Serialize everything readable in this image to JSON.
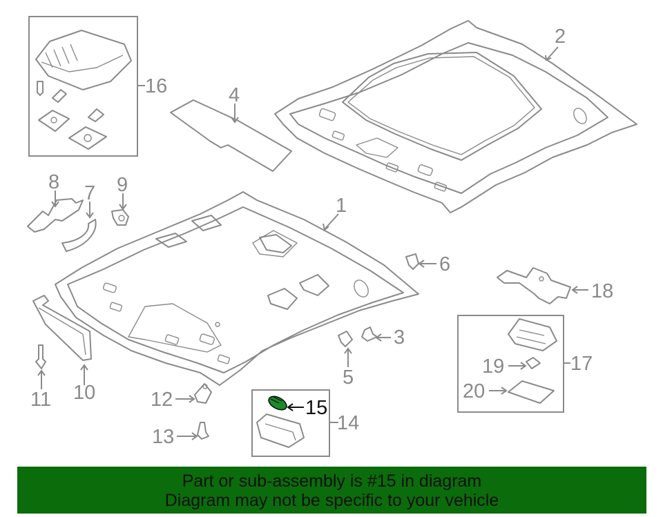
{
  "callouts": {
    "c1": "1",
    "c2": "2",
    "c3": "3",
    "c4": "4",
    "c5": "5",
    "c6": "6",
    "c7": "7",
    "c8": "8",
    "c9": "9",
    "c10": "10",
    "c11": "11",
    "c12": "12",
    "c13": "13",
    "c14": "14",
    "c15": "15",
    "c16": "16",
    "c17": "17",
    "c18": "18",
    "c19": "19",
    "c20": "20"
  },
  "highlight": {
    "part_number": "15",
    "color": "#1a8a2a"
  },
  "banner": {
    "line1": "Part or sub-assembly is #15 in diagram",
    "line2": "Diagram may not be specific to your vehicle",
    "background": "#0b6c0b"
  }
}
